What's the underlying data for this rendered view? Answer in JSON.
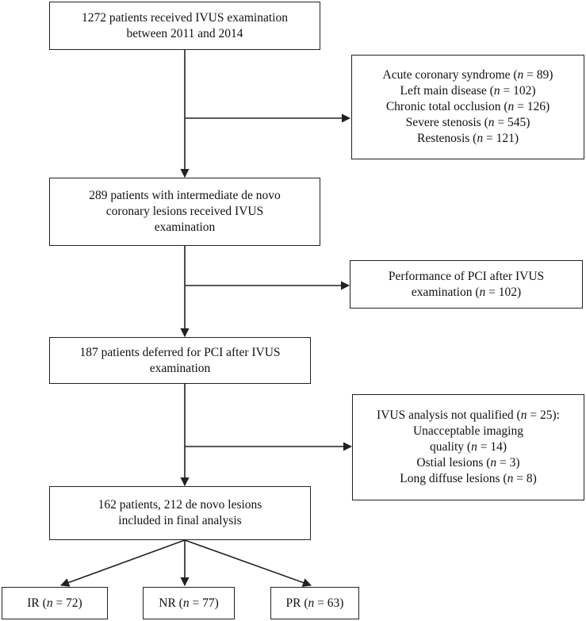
{
  "flowchart": {
    "step1": {
      "lines": [
        "1272 patients received IVUS examination",
        "between 2011 and 2014"
      ]
    },
    "exclusion1": {
      "lines": [
        [
          "Acute coronary syndrome (",
          "n",
          " = 89)"
        ],
        [
          "Left main disease (",
          "n",
          " = 102)"
        ],
        [
          "Chronic total occlusion (",
          "n",
          " = 126)"
        ],
        [
          "Severe stenosis (",
          "n",
          " = 545)"
        ],
        [
          "Restenosis (",
          "n",
          " = 121)"
        ]
      ]
    },
    "step2": {
      "lines": [
        "289 patients with intermediate de novo",
        "coronary lesions received IVUS",
        "examination"
      ]
    },
    "exclusion2": {
      "lines": [
        "Performance of PCI after IVUS",
        [
          "examination (",
          "n",
          " = 102)"
        ]
      ]
    },
    "step3": {
      "lines": [
        "187 patients deferred for PCI after IVUS",
        "examination"
      ]
    },
    "exclusion3": {
      "lines": [
        [
          "IVUS analysis not qualified (",
          "n",
          " = 25):"
        ],
        "Unacceptable imaging",
        [
          "quality (",
          "n",
          " = 14)"
        ],
        [
          "Ostial lesions (",
          "n",
          " = 3)"
        ],
        [
          "Long diffuse lesions (",
          "n",
          " = 8)"
        ]
      ]
    },
    "step4": {
      "lines": [
        "162 patients, 212 de novo lesions",
        "included in final analysis"
      ]
    },
    "groups": [
      {
        "lines": [
          [
            "IR (",
            "n",
            " = 72)"
          ]
        ]
      },
      {
        "lines": [
          [
            "NR (",
            "n",
            " = 77)"
          ]
        ]
      },
      {
        "lines": [
          [
            "PR (",
            "n",
            " = 63)"
          ]
        ]
      }
    ]
  }
}
